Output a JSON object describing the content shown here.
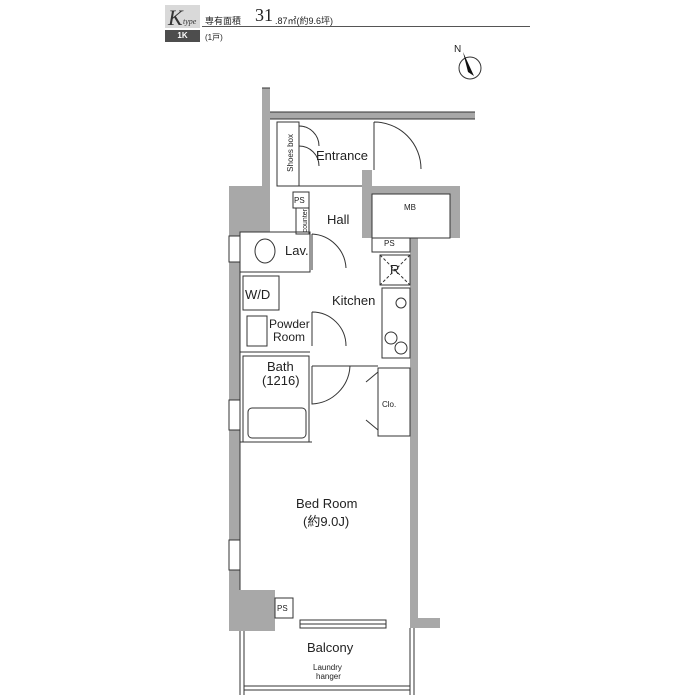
{
  "header": {
    "type_letter": "K",
    "type_suffix": "type",
    "layout": "1K",
    "area_label": "専有面積",
    "area_int": "31",
    "area_rest": ".87㎡(約9.6坪)",
    "units": "(1戸)"
  },
  "rooms": {
    "entrance": "Entrance",
    "shoes_box": "Shoes box",
    "ps_top": "PS",
    "counter": "counter",
    "hall": "Hall",
    "mb": "MB",
    "ps_mid": "PS",
    "lav": "Lav.",
    "r": "R",
    "kitchen": "Kitchen",
    "wd": "W/D",
    "powder_room_1": "Powder",
    "powder_room_2": "Room",
    "bath_1": "Bath",
    "bath_2": "(1216)",
    "clo": "Clo.",
    "bed_room_1": "Bed Room",
    "bed_room_2": "(約9.0J)",
    "ps_bottom": "PS",
    "balcony": "Balcony",
    "laundry_1": "Laundry",
    "laundry_2": "hanger"
  },
  "compass": {
    "label": "N"
  },
  "colors": {
    "wall": "#a8a8a8",
    "line": "#333333"
  }
}
